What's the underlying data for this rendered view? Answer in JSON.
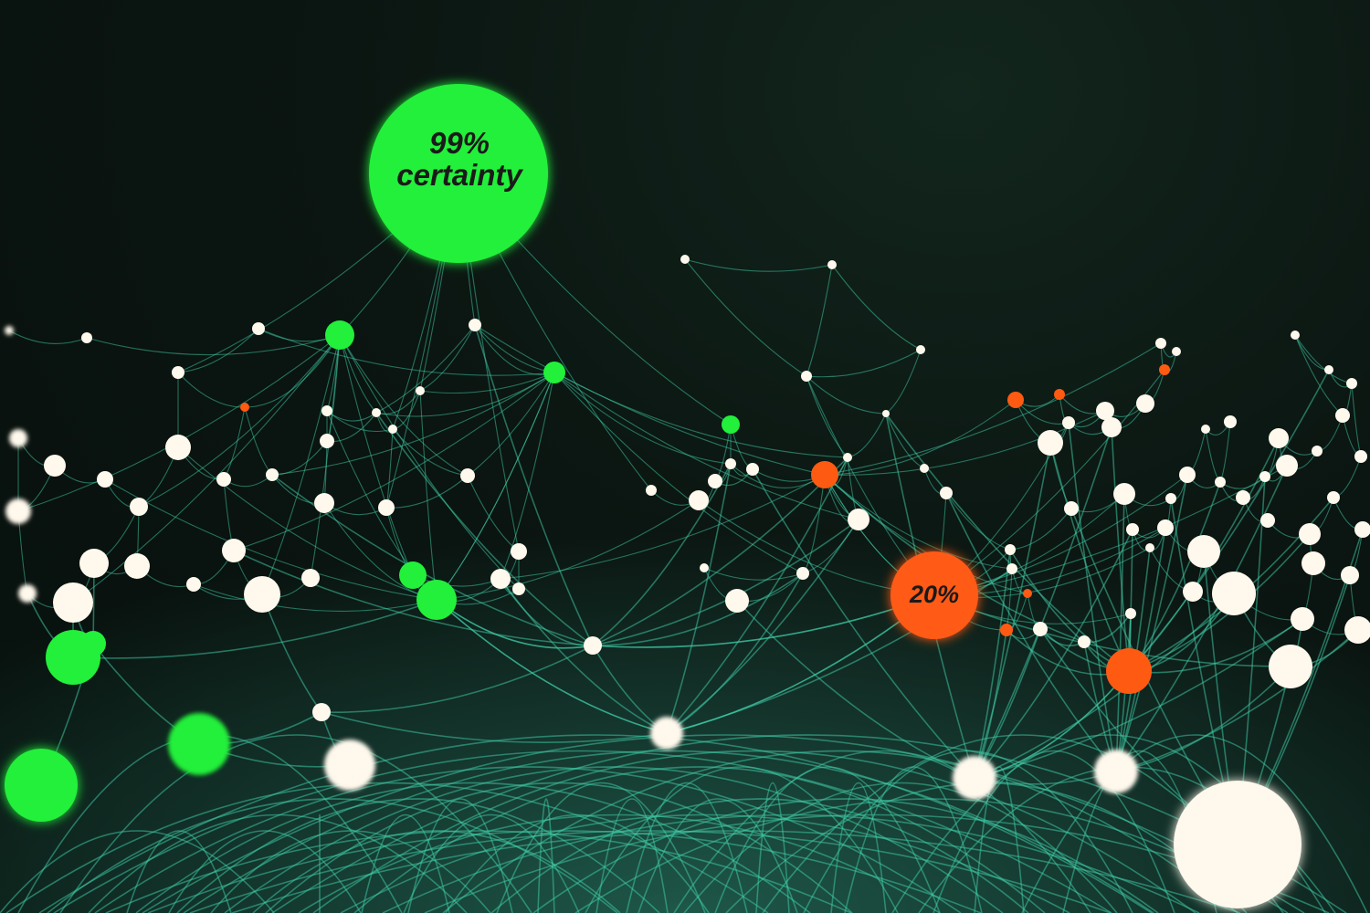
{
  "labels": {
    "high": {
      "line1": "99%",
      "line2": "certainty"
    },
    "low": {
      "text": "20%"
    }
  },
  "colors": {
    "background": "#07100c",
    "edge": "#3fcfaa",
    "node_white": "#fff8ec",
    "node_green": "#22f03a",
    "node_orange": "#ff5a12",
    "label_text": "#1a1a1a"
  },
  "icons": [
    "network-graph-illustration"
  ]
}
